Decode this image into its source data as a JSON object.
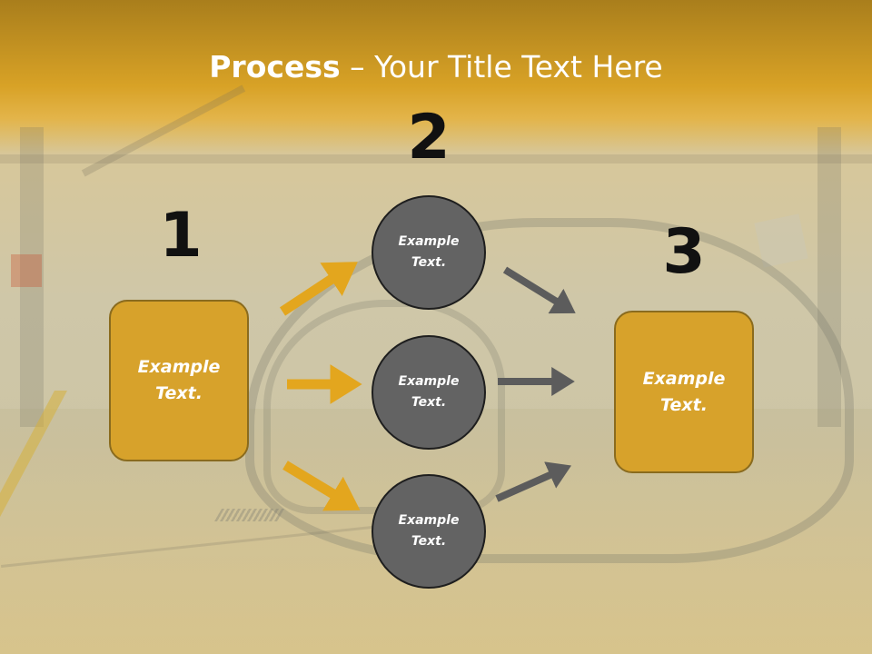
{
  "slide": {
    "title_bold": "Process",
    "title_rest": " – Your Title Text Here"
  },
  "steps": [
    {
      "number": "1",
      "box_text_line1": "Example",
      "box_text_line2": "Text."
    },
    {
      "number": "2"
    },
    {
      "number": "3",
      "box_text_line1": "Example",
      "box_text_line2": "Text."
    }
  ],
  "circles": [
    {
      "line1": "Example",
      "line2": "Text."
    },
    {
      "line1": "Example",
      "line2": "Text."
    },
    {
      "line1": "Example",
      "line2": "Text."
    }
  ],
  "colors": {
    "header": "#d8a226",
    "box_fill": "#d7a22b",
    "circle_fill": "#636363",
    "left_arrow": "#e3a61e",
    "right_arrow": "#5c5c5c"
  }
}
